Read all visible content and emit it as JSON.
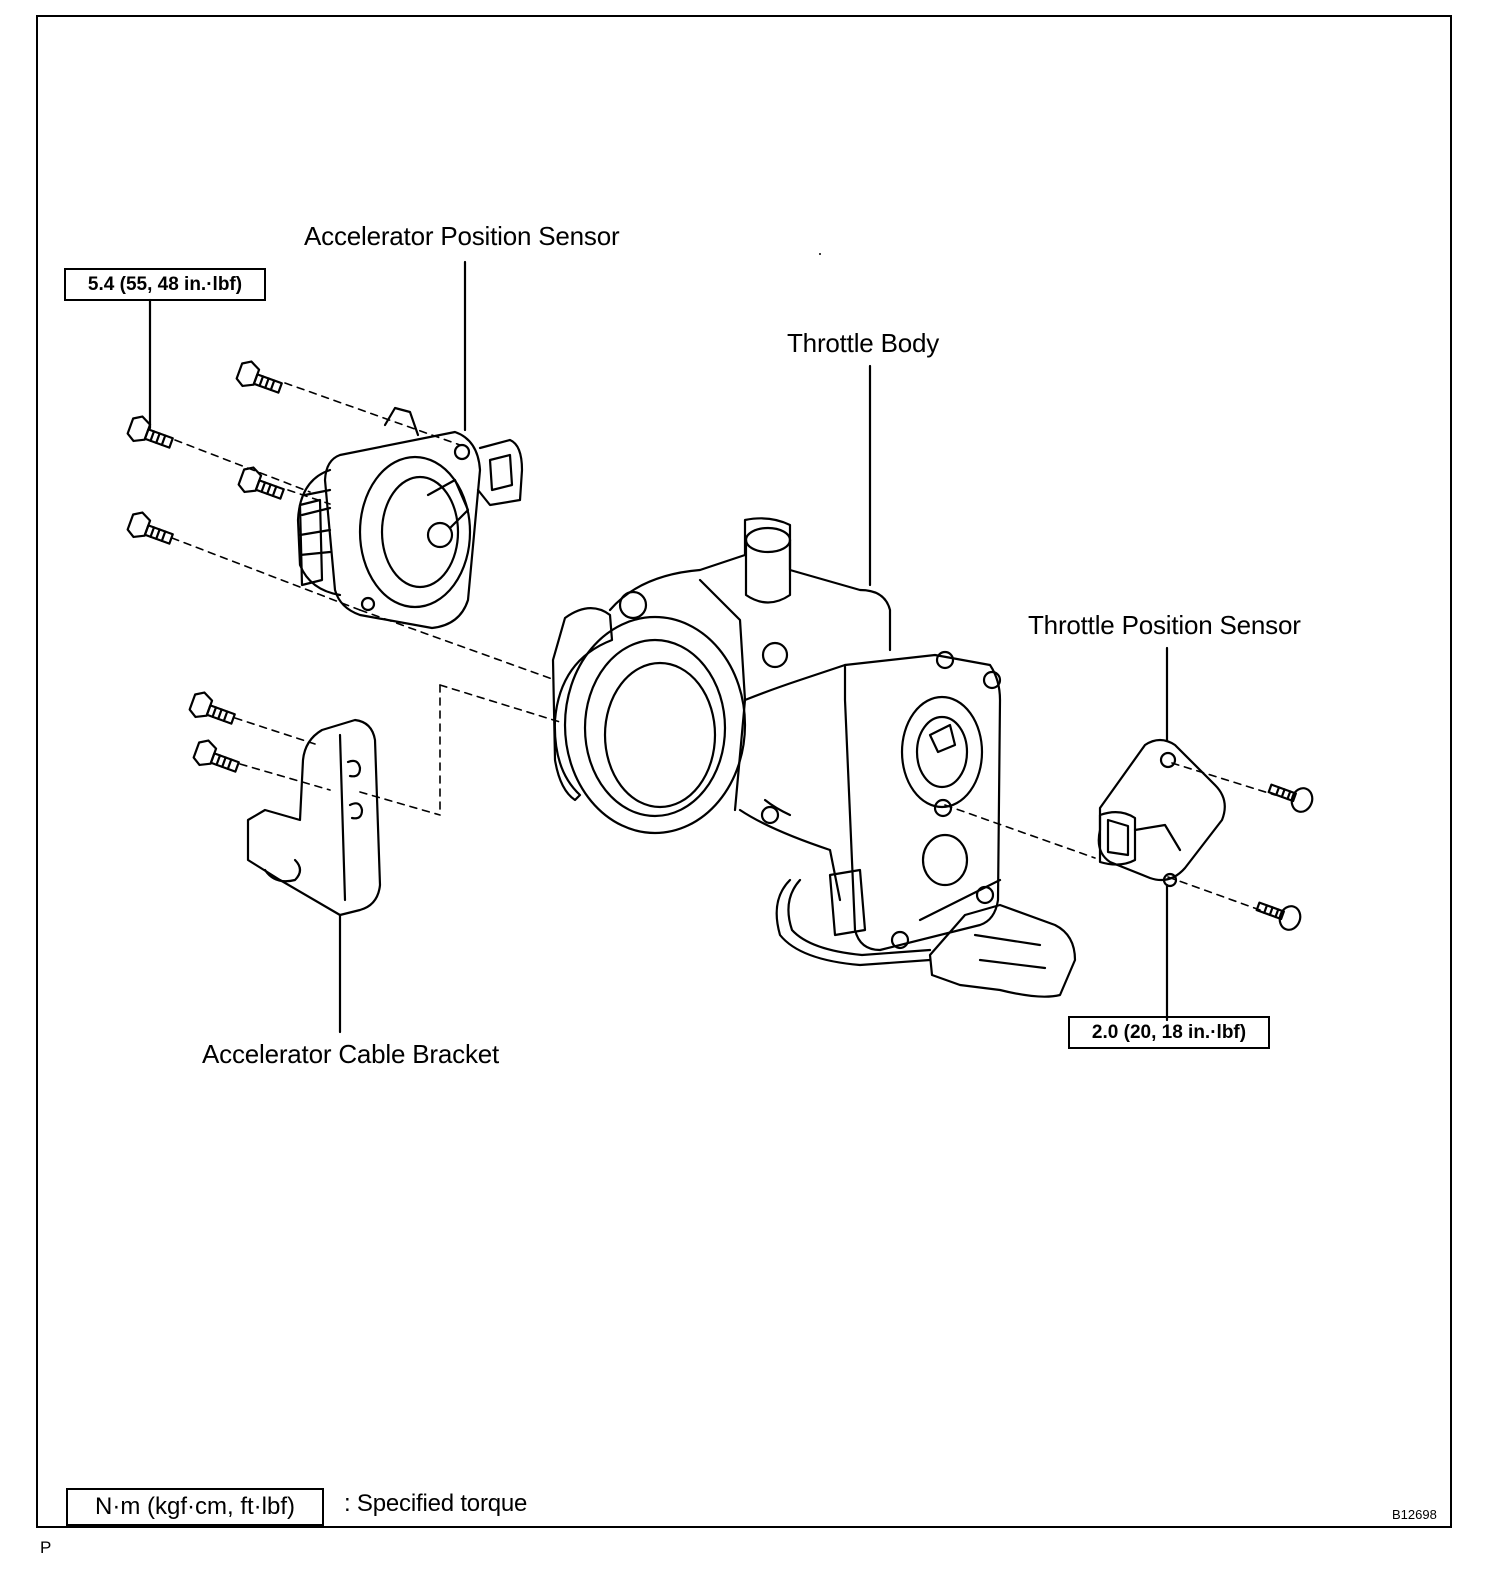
{
  "labels": {
    "accelerator_position_sensor": "Accelerator Position Sensor",
    "throttle_body": "Throttle Body",
    "throttle_position_sensor": "Throttle Position Sensor",
    "accelerator_cable_bracket": "Accelerator Cable Bracket"
  },
  "torques": {
    "aps_bolts": "5.4 (55, 48 in.·lbf)",
    "tps_screws": "2.0 (20, 18 in.·lbf)"
  },
  "legend": {
    "units": "N·m (kgf·cm, ft·lbf)",
    "description": ": Specified torque",
    "corner_mark": "P"
  },
  "figure_id": "B12698"
}
